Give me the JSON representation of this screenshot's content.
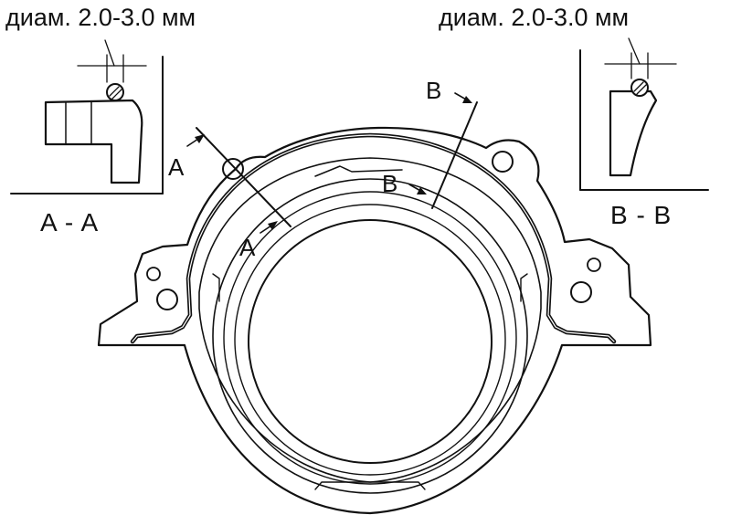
{
  "labels": {
    "note_left": "диам. 2.0-3.0 мм",
    "note_right": "диам. 2.0-3.0 мм",
    "section_aa": "A - A",
    "section_bb": "B - B",
    "cut_a_top": "A",
    "cut_a_bottom": "A",
    "cut_b_top": "B",
    "cut_b_bottom": "B"
  }
}
